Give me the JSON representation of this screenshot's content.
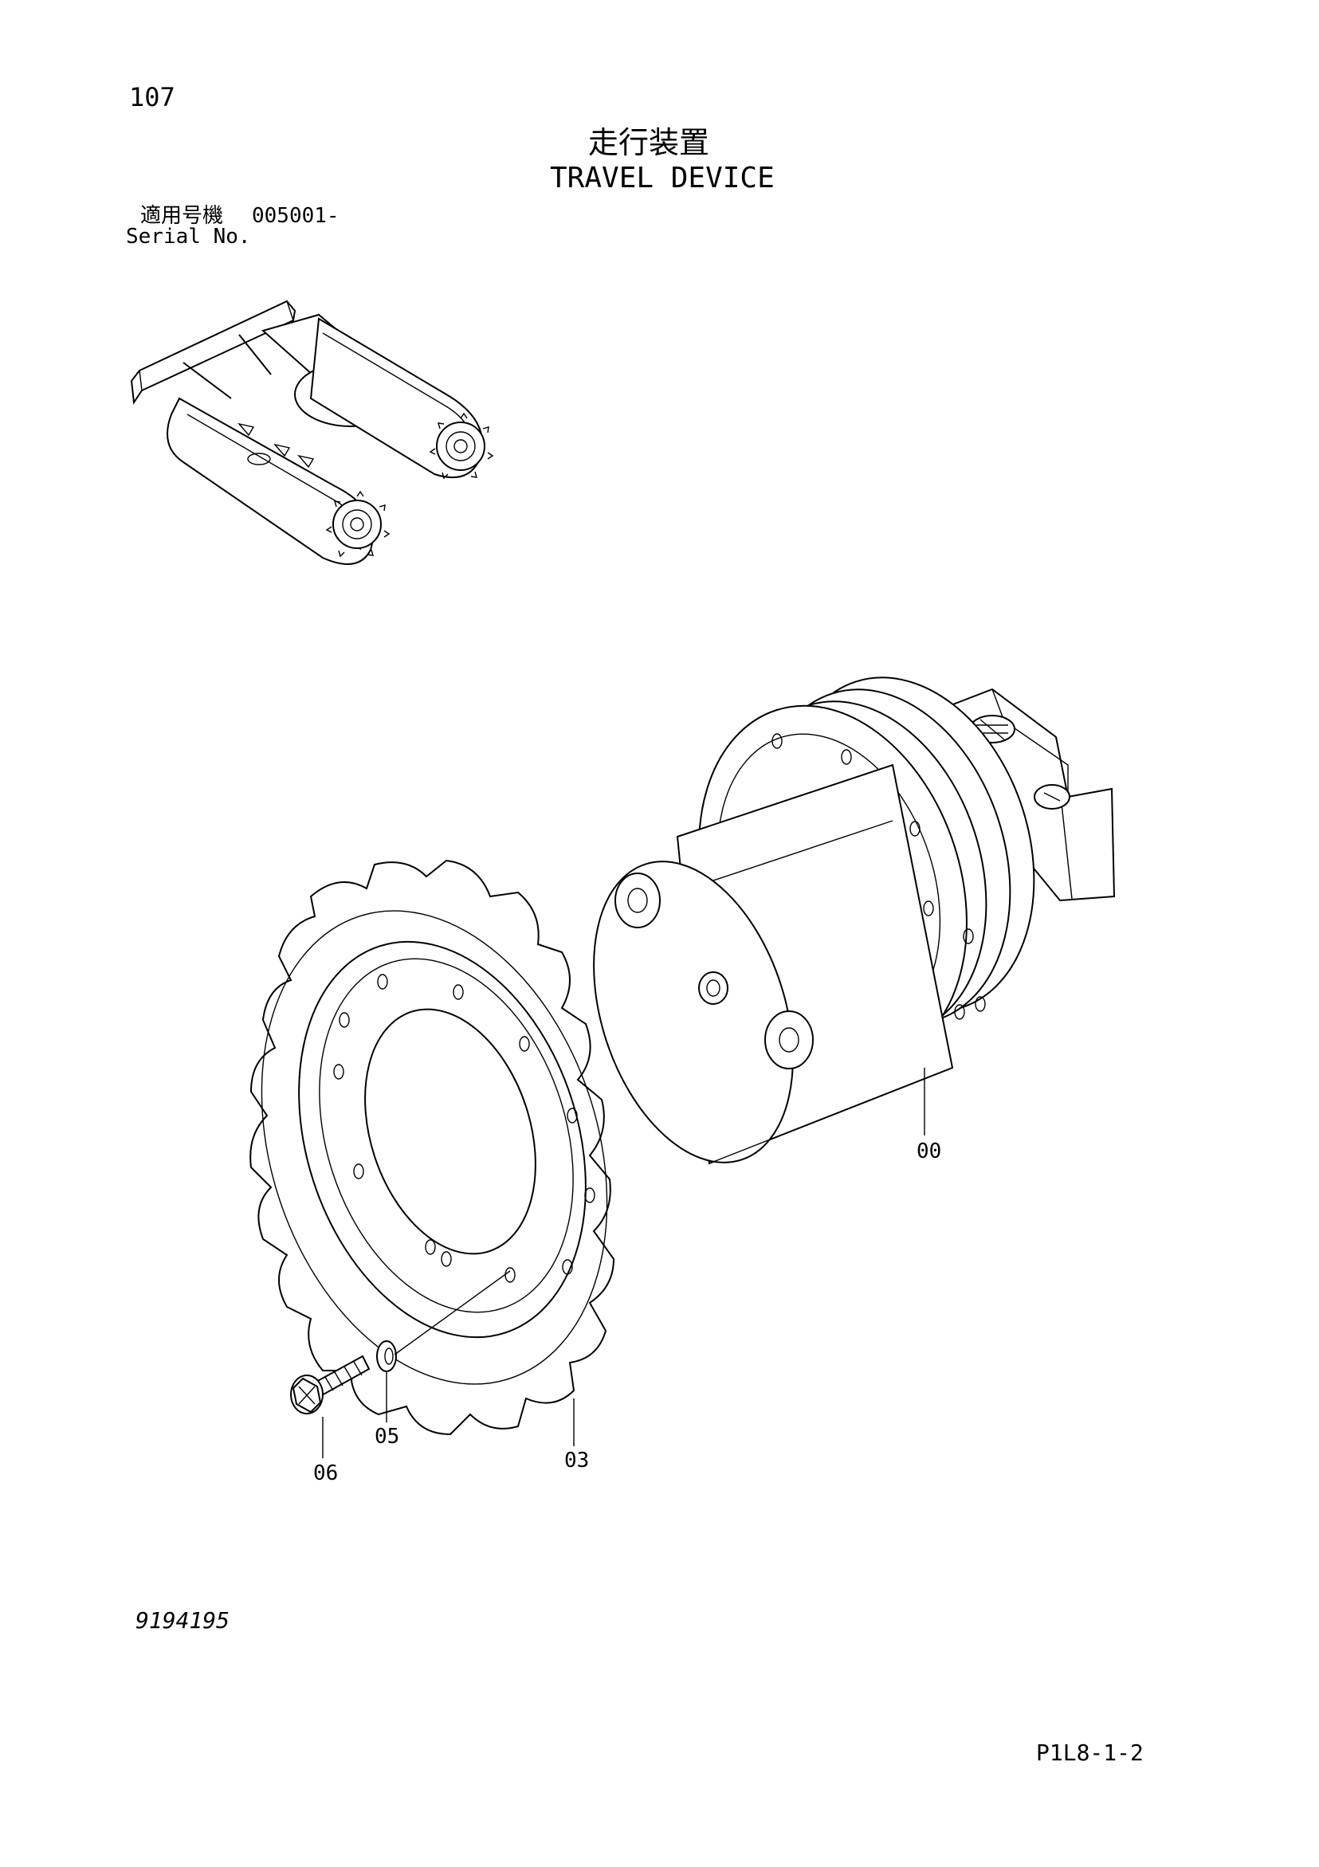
{
  "header": {
    "page_number": "107",
    "title_jp": "走行装置",
    "title_en": "TRAVEL DEVICE",
    "serial_label_jp": "適用号機",
    "serial_value": "005001-",
    "serial_label_en": "Serial No."
  },
  "callouts": {
    "travel_motor": "00",
    "sprocket": "03",
    "washer": "05",
    "bolt": "06"
  },
  "footer": {
    "document_number": "9194195",
    "page_code": "P1L8-1-2"
  }
}
